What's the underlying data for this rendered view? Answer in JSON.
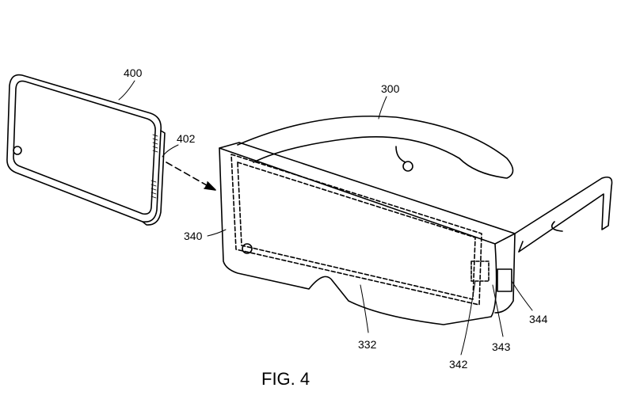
{
  "figure": {
    "caption": "FIG. 4"
  },
  "labels": {
    "phone": "400",
    "phone_connector": "402",
    "headset": "300",
    "housing": "340",
    "display_area": "332",
    "port": "342",
    "connector": "343",
    "switch": "344"
  }
}
